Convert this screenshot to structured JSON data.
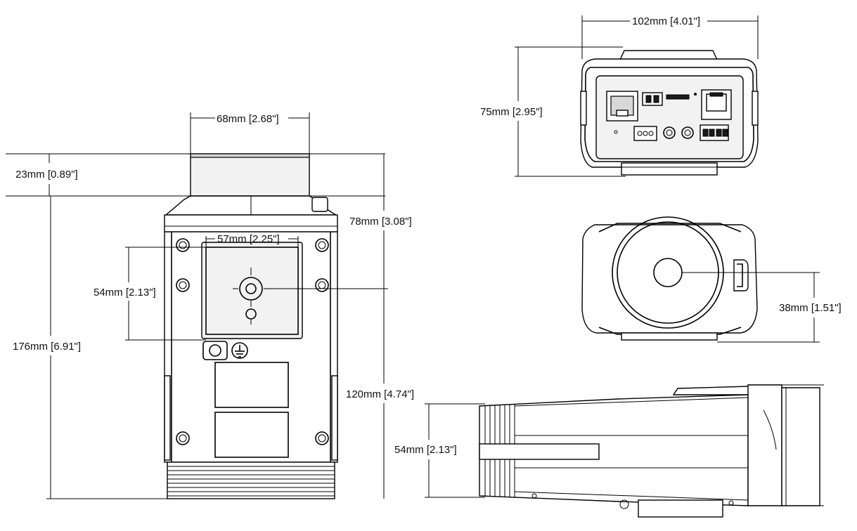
{
  "views": {
    "back": {
      "dims": {
        "lens_diameter": "68mm [2.68\"]",
        "hood_height": "23mm [0.89\"]",
        "mount_to_center": "78mm [3.08\"]",
        "plate_width": "57mm [2.25\"]",
        "plate_height": "54mm [2.13\"]",
        "total_length": "176mm [6.91\"]",
        "mount_to_bottom": "120mm [4.74\"]"
      }
    },
    "rear": {
      "dims": {
        "width": "102mm [4.01\"]",
        "height": "75mm [2.95\"]"
      }
    },
    "front": {
      "dims": {
        "lens_center_height": "38mm [1.51\"]"
      }
    },
    "side": {
      "dims": {
        "height": "54mm [2.13\"]"
      }
    }
  }
}
